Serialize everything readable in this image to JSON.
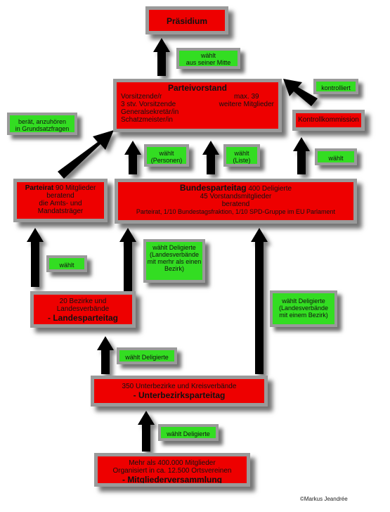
{
  "praesidium": {
    "title": "Präsidium"
  },
  "parteivorstand": {
    "title": "Parteivorstand",
    "left_lines": [
      "Vorsitzende/r",
      "3 stv. Vorsitzende",
      "Generalsekretär/in",
      "Schatzmeister/in"
    ],
    "right_lines": [
      "max. 39",
      "weitere  Mitglieder"
    ]
  },
  "kontrollkommission": {
    "title": "Kontrollkommission"
  },
  "parteirat": {
    "title": "Parteirat",
    "count": "90 Mitglieder",
    "lines": [
      "beratend",
      "die Amts- und",
      "Mandatsträger"
    ]
  },
  "bundesparteitag": {
    "title": "Bundesparteitag",
    "count": "400 Deligierte",
    "lines": [
      "45 Vorstandsmitglieder",
      "beratend",
      "Parteirat, 1/10 Bundestagsfraktion, 1/10 SPD-Gruppe im EU Parlament"
    ]
  },
  "landesparteitag": {
    "lines": [
      "20 Bezirke und",
      "Landesverbände"
    ],
    "title": "- Landesparteitag"
  },
  "unterbezirksparteitag": {
    "line": "350 Unterbezirke und Kreisverbände",
    "title": "- Unterbezirksparteitag"
  },
  "mitgliederversammlung": {
    "lines": [
      "Mehr als 400.000 Mitglieder",
      "Organisiert in ca. 12.500 Ortsvereinen"
    ],
    "title": "- Mitgliederversammlung"
  },
  "labels": {
    "waehlt_mitte": [
      "wählt",
      "aus seiner Mitte"
    ],
    "kontrolliert": [
      "kontrolliert"
    ],
    "beraet": [
      "berät, anzuhören",
      "in Grundsatzfragen"
    ],
    "waehlt_personen": [
      "wählt",
      "(Personen)"
    ],
    "waehlt_liste": [
      "wählt",
      "(Liste)"
    ],
    "waehlt_kk": [
      "wählt"
    ],
    "waehlt_parteirat": [
      "wählt"
    ],
    "waehlt_deligierte_landes": [
      "wählt Deligierte",
      "(Landesverbände",
      "mit merhr als einen",
      "Bezirk)"
    ],
    "waehlt_deligierte_bezirk": [
      "wählt Deligierte",
      "(Landesverbände",
      "mit einem Bezirk)"
    ],
    "waehlt_deligierte_ub": [
      "wählt Deligierte"
    ],
    "waehlt_deligierte_mv": [
      "wählt Deligierte"
    ]
  },
  "copyright": "©Markus Jeandrée"
}
